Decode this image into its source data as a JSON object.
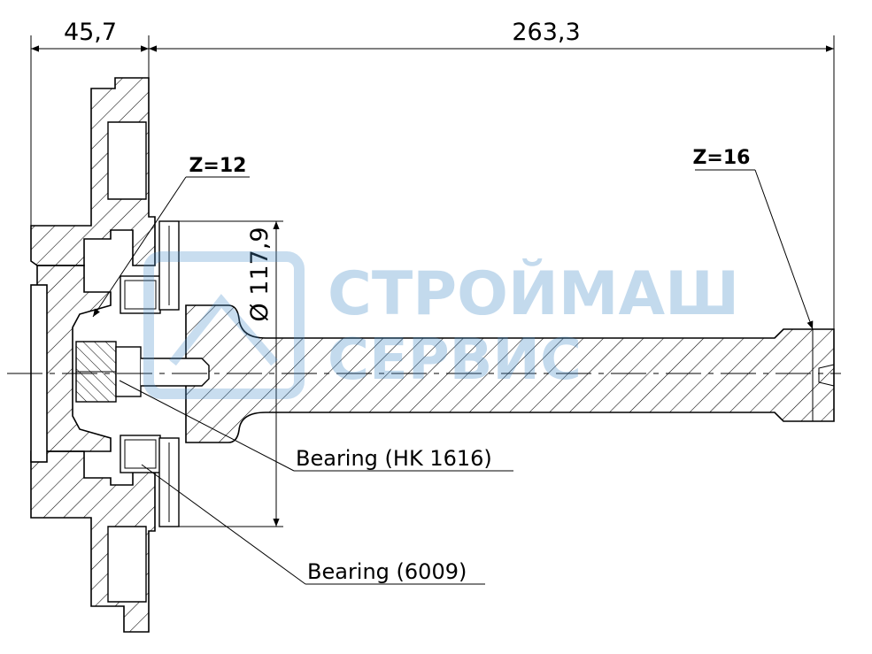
{
  "dimensions": {
    "left_width": "45,7",
    "total_length": "263,3",
    "diameter": "Ø 117,9"
  },
  "gears": {
    "left_teeth": "Z=12",
    "right_teeth": "Z=16"
  },
  "bearings": {
    "needle": "Bearing (HK 1616)",
    "ball": "Bearing (6009)"
  },
  "watermark": {
    "line1": "СТРОЙМАШ",
    "line2": "СЕРВИС",
    "color": "#4a8fc9"
  }
}
